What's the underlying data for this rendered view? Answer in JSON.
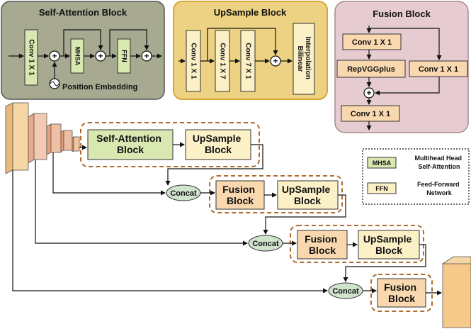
{
  "panels": {
    "self_attention": {
      "title": "Self-Attention Block",
      "conv": "Conv 1 X 1",
      "mhsa": "MHSA",
      "ffn": "FFN",
      "position_embedding": "Position Embedding"
    },
    "upsample": {
      "title": "UpSample Block",
      "conv_a": "Conv 1 X 1",
      "conv_b": "Conv 1 X 7",
      "conv_c": "Conv 7 X 1",
      "interp": "Interpolation Bilinear",
      "interp_line1": "Interpolation",
      "interp_line2": "Bilinear"
    },
    "fusion": {
      "title": "Fusion Block",
      "conv_top": "Conv 1 X 1",
      "repvgg": "RepVGGplus",
      "conv_right": "Conv 1 X 1",
      "conv_bottom": "Conv 1 X 1"
    }
  },
  "flow": {
    "stage1": {
      "block_a": [
        "Self-Attention",
        "Block"
      ],
      "block_b": [
        "UpSample",
        "Block"
      ]
    },
    "stage2": {
      "concat": "Concat",
      "block_a": [
        "Fusion",
        "Block"
      ],
      "block_b": [
        "UpSample",
        "Block"
      ]
    },
    "stage3": {
      "concat": "Concat",
      "block_a": [
        "Fusion",
        "Block"
      ],
      "block_b": [
        "UpSample",
        "Block"
      ]
    },
    "stage4": {
      "concat": "Concat",
      "block_a": [
        "Fusion",
        "Block"
      ]
    }
  },
  "legend": {
    "items": [
      {
        "key": "MHSA",
        "desc_line1": "Multihead Head",
        "desc_line2": "Self-Attention"
      },
      {
        "key": "FFN",
        "desc_line1": "Feed-Forward",
        "desc_line2": "Network"
      }
    ]
  },
  "colors": {
    "panel1_bg": "#a7aa90",
    "panel2_bg": "#ecd282",
    "panel3_bg": "#e6ccd0",
    "green_block": "#d9e7b1",
    "cream_block": "#fbf0c6",
    "orange_block": "#f9d8b0",
    "concat_fill": "#cfe3cd",
    "dashed_border": "#b06a2b"
  }
}
